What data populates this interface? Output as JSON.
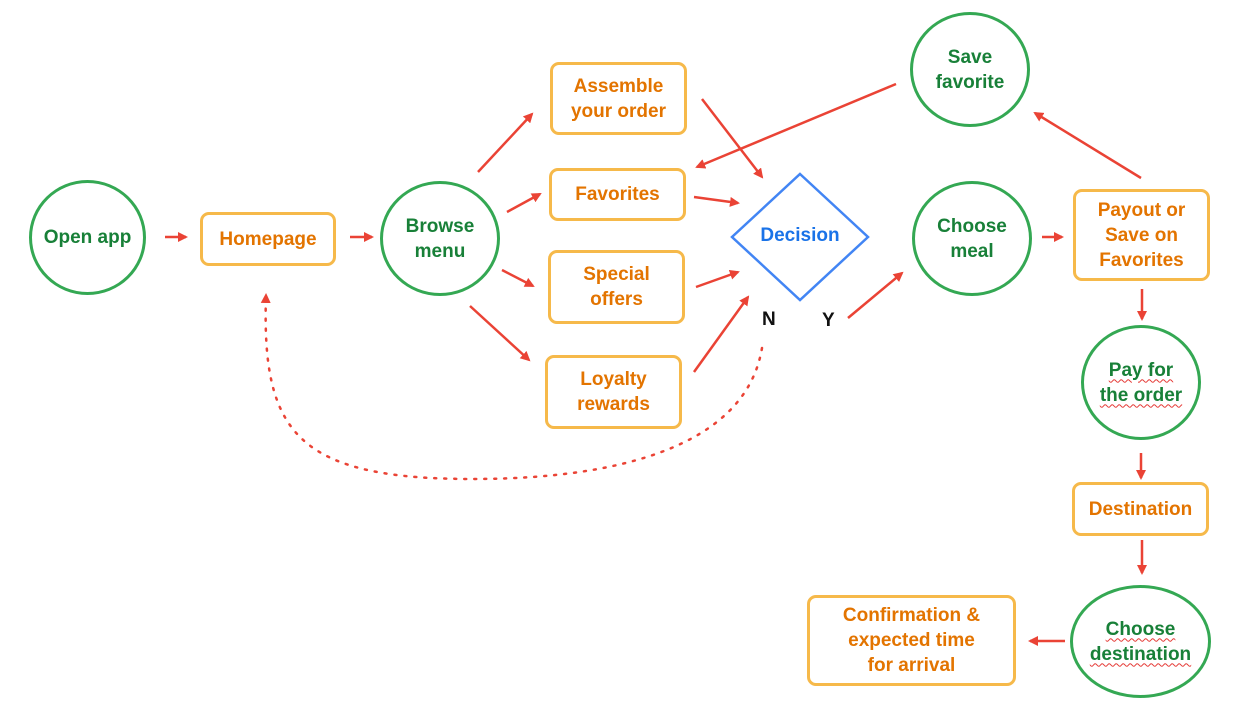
{
  "colors": {
    "circle_border": "#34a853",
    "circle_text": "#188038",
    "rect_border": "#f6b94a",
    "rect_text": "#e37400",
    "diamond_border": "#4285f4",
    "diamond_text": "#1a73e8",
    "arrow": "#ea4335"
  },
  "nodes": {
    "open_app": "Open app",
    "homepage": "Homepage",
    "browse_menu": "Browse\nmenu",
    "assemble_order": "Assemble\nyour order",
    "favorites": "Favorites",
    "special_offers": "Special\noffers",
    "loyalty_rewards": "Loyalty\nrewards",
    "decision": "Decision",
    "no_label": "N",
    "yes_label": "Y",
    "choose_meal": "Choose\nmeal",
    "save_favorite": "Save\nfavorite",
    "payout_or_save": "Payout or\nSave on\nFavorites",
    "pay_for_order": "Pay for\nthe order",
    "destination": "Destination",
    "choose_destination": "Choose\ndestination",
    "confirmation": "Confirmation &\nexpected time\nfor arrival"
  }
}
